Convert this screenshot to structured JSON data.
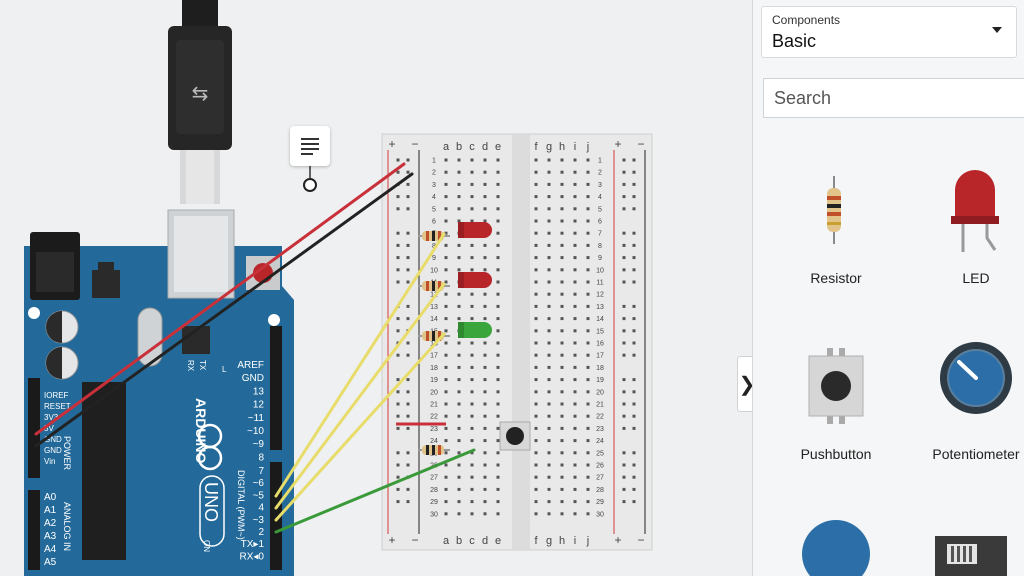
{
  "panel": {
    "dropdown_label": "Components",
    "dropdown_value": "Basic",
    "search_placeholder": "Search",
    "components": [
      {
        "label": "Resistor",
        "icon": "resistor-icon"
      },
      {
        "label": "LED",
        "icon": "led-icon"
      },
      {
        "label": "Pushbutton",
        "icon": "pushbutton-icon"
      },
      {
        "label": "Potentiometer",
        "icon": "potentiometer-icon"
      }
    ]
  },
  "breadboard": {
    "top_cols_left": [
      "a",
      "b",
      "c",
      "d",
      "e"
    ],
    "top_cols_right": [
      "f",
      "g",
      "h",
      "i",
      "j"
    ],
    "bottom_cols_left": [
      "a",
      "b",
      "c",
      "d",
      "e"
    ],
    "bottom_cols_right": [
      "f",
      "g",
      "h",
      "i",
      "j"
    ],
    "rail_symbols": [
      "+",
      "−",
      "+",
      "−"
    ],
    "row_numbers": [
      "1",
      "2",
      "3",
      "4",
      "5",
      "6",
      "7",
      "8",
      "9",
      "10",
      "11",
      "12",
      "13",
      "14",
      "15",
      "16",
      "17",
      "18",
      "19",
      "20",
      "21",
      "22",
      "23",
      "24",
      "25",
      "26",
      "27",
      "28",
      "29",
      "30"
    ]
  },
  "arduino": {
    "brand": "ARDUINO",
    "model": "UNO",
    "power_pins": [
      "IOREF",
      "RESET",
      "3V3",
      "5V",
      "GND",
      "GND",
      "Vin"
    ],
    "analog_pins": [
      "A0",
      "A1",
      "A2",
      "A3",
      "A4",
      "A5"
    ],
    "power_title": "POWER",
    "analog_title": "ANALOG IN",
    "digital_top_pins": [
      "AREF",
      "GND",
      "13",
      "12",
      "~11",
      "~10",
      "~9",
      "8"
    ],
    "digital_bottom_pins": [
      "7",
      "~6",
      "~5",
      "4",
      "~3",
      "2",
      "TX▸1",
      "RX◂0"
    ],
    "digital_title": "DIGITAL (PWM~)",
    "tx_label": "TX",
    "rx_label": "RX",
    "on_label": "ON",
    "l_label": "L"
  },
  "colors": {
    "board": "#236a9a",
    "wire_red": "#c8303a",
    "wire_black": "#222222",
    "wire_yellow": "#e8dc6a",
    "wire_green": "#3a9a3a",
    "led_red": "#b8262a",
    "led_green": "#3aa53a"
  }
}
